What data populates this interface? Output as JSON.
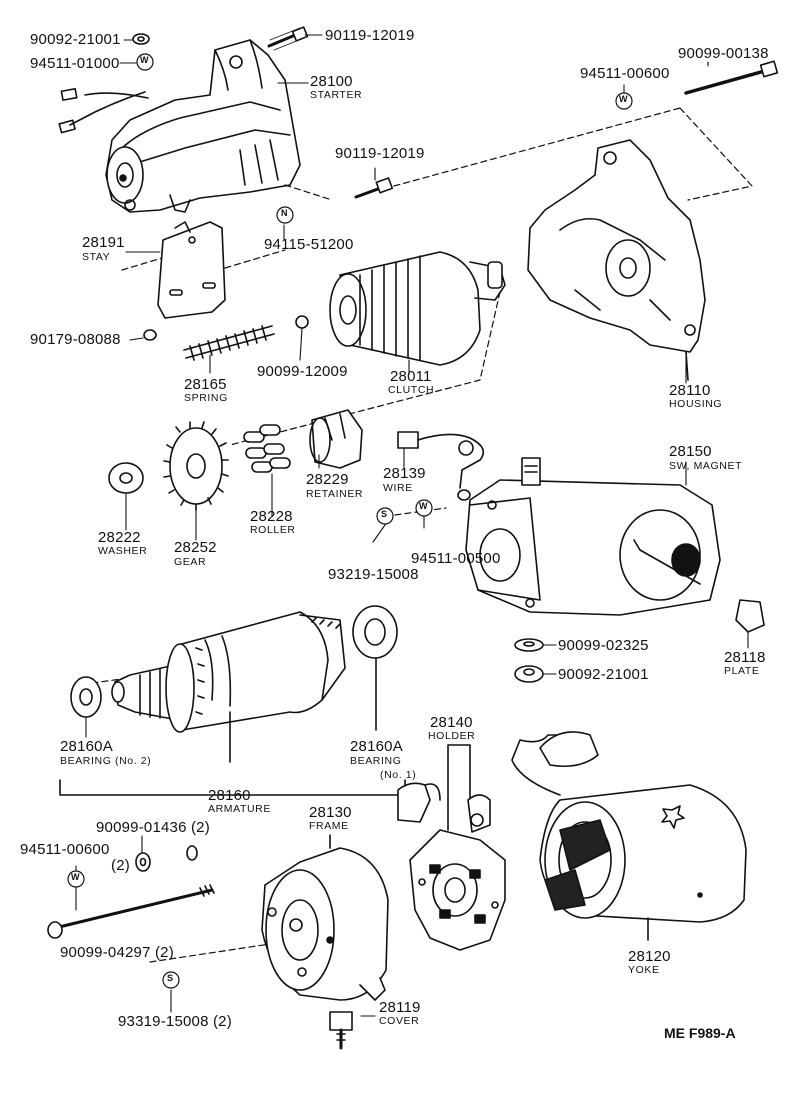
{
  "figure_code": "ME  F989-A",
  "parts": {
    "p90092_21001_top": "90092-21001",
    "p94511_01000": "94511-01000",
    "p90119_12019_top": "90119-12019",
    "p28100": "28100",
    "p28100_name": "STARTER",
    "p94511_00600_top": "94511-00600",
    "p90099_00138": "90099-00138",
    "p90119_12019_mid": "90119-12019",
    "p94115_51200": "94115-51200",
    "p28191": "28191",
    "p28191_name": "STAY",
    "p90179_08088": "90179-08088",
    "p28165": "28165",
    "p28165_name": "SPRING",
    "p90099_12009": "90099-12009",
    "p28011": "28011",
    "p28011_name": "CLUTCH",
    "p28110": "28110",
    "p28110_name": "HOUSING",
    "p28229": "28229",
    "p28229_name": "RETAINER",
    "p28139": "28139",
    "p28139_name": "WIRE",
    "p28150": "28150",
    "p28150_name": "SW, MAGNET",
    "p28222": "28222",
    "p28222_name": "WASHER",
    "p28252": "28252",
    "p28252_name": "GEAR",
    "p28228": "28228",
    "p28228_name": "ROLLER",
    "p94511_00500": "94511-00500",
    "p93219_15008": "93219-15008",
    "p90099_02325": "90099-02325",
    "p90092_21001_mid": "90092-21001",
    "p28118": "28118",
    "p28118_name": "PLATE",
    "p28160A_left": "28160A",
    "p28160A_left_name": "BEARING (No. 2)",
    "p28160A_right": "28160A",
    "p28160A_right_name": "BEARING",
    "p28160A_right_no": "(No. 1)",
    "p28160": "28160",
    "p28160_name": "ARMATURE",
    "p28140": "28140",
    "p28140_name": "HOLDER",
    "p28130": "28130",
    "p28130_name": "FRAME",
    "p90099_01436": "90099-01436 (2)",
    "p94511_00600_low": "94511-00600",
    "p94511_00600_low_qty": "(2)",
    "p90099_04297": "90099-04297 (2)",
    "p93319_15008": "93319-15008 (2)",
    "p28119": "28119",
    "p28119_name": "COVER",
    "p28120": "28120",
    "p28120_name": "YOKE"
  },
  "markers": {
    "w": "W",
    "n": "N",
    "s": "S"
  }
}
